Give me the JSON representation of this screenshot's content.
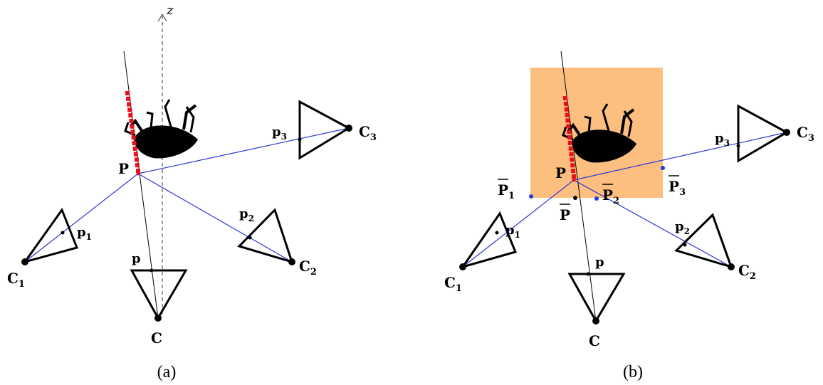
{
  "colors": {
    "ray": "#2a36d6",
    "optical_axis": "#000000",
    "depth_samples": "#e8101a",
    "patch_fill": "#fdbf7f",
    "proj_point": "#1a3ee0",
    "stroke": "#000000"
  },
  "panel_a": {
    "caption": "(a)",
    "axis_label": "z",
    "point_label": "P",
    "ref_camera": "C",
    "ref_image_point": "p",
    "camera_1": {
      "base": "C",
      "sub": "1",
      "image_base": "p",
      "image_sub": "1"
    },
    "camera_2": {
      "base": "C",
      "sub": "2",
      "image_base": "p",
      "image_sub": "2"
    },
    "camera_3": {
      "base": "C",
      "sub": "3",
      "image_base": "p",
      "image_sub": "3"
    }
  },
  "panel_b": {
    "caption": "(b)",
    "point_label": "P",
    "ref_camera": "C",
    "ref_image_point": "p",
    "proj_ref": "P",
    "proj_1": {
      "base": "P",
      "sub": "1"
    },
    "proj_2": {
      "base": "P",
      "sub": "2"
    },
    "proj_3": {
      "base": "P",
      "sub": "3"
    },
    "camera_1": {
      "base": "C",
      "sub": "1",
      "image_base": "p",
      "image_sub": "1"
    },
    "camera_2": {
      "base": "C",
      "sub": "2",
      "image_base": "p",
      "image_sub": "2"
    },
    "camera_3": {
      "base": "C",
      "sub": "3",
      "image_base": "p",
      "image_sub": "3"
    }
  }
}
